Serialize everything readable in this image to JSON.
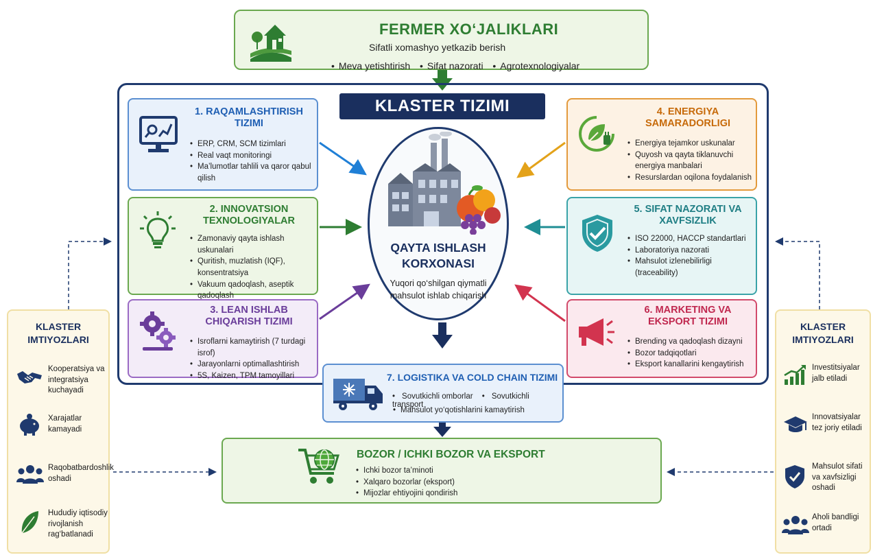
{
  "farm": {
    "title": "FERMER XO‘JALIKLARI",
    "subtitle": "Sifatli xomashyo yetkazib berish",
    "bullets": [
      "Meva yetishtirish",
      "Sifat nazorati",
      "Agrotexnologiyalar"
    ]
  },
  "cluster": {
    "banner": "KLASTER TIZIMI"
  },
  "center": {
    "title_line1": "QAYTA ISHLASH",
    "title_line2": "KORXONASI",
    "subtitle_line1": "Yuqori qo‘shilgan qiymatli",
    "subtitle_line2": "mahsulot ishlab chiqarish"
  },
  "modules": [
    {
      "title_line1": "1. RAQAMLASHTIRISH",
      "title_line2": "TIZIMI",
      "items": [
        "ERP, CRM, SCM tizimlari",
        "Real vaqt monitoringi",
        "Ma’lumotlar tahlili va qaror qabul qilish"
      ],
      "color": "#1f5fb3",
      "icon": "monitor-chart-icon"
    },
    {
      "title_line1": "2. INNOVATSION",
      "title_line2": "TEXNOLOGIYALAR",
      "items": [
        "Zamonaviy qayta ishlash uskunalari",
        "Quritish, muzlatish (IQF), konsentratsiya",
        "Vakuum qadoqlash, aseptik qadoqlash"
      ],
      "color": "#2e7d32",
      "icon": "lightbulb-icon"
    },
    {
      "title_line1": "3. LEAN ISHLAB",
      "title_line2": "CHIQARISH TIZIMI",
      "items": [
        "Isroflarni kamaytirish (7 turdagi isrof)",
        "Jarayonlarni optimallashtirish",
        "5S, Kaizen, TPM tamoyillari"
      ],
      "color": "#6a3d9a",
      "icon": "gears-icon"
    },
    {
      "title_line1": "4. ENERGIYA",
      "title_line2": "SAMARADORLIGI",
      "items": [
        "Energiya tejamkor uskunalar",
        "Quyosh va qayta tiklanuvchi energiya manbalari",
        "Resurslardan oqilona foydalanish"
      ],
      "color": "#c76a0a",
      "icon": "leaf-plug-icon"
    },
    {
      "title_line1": "5. SIFAT NAZORATI VA",
      "title_line2": "XAVFSIZLIK",
      "items": [
        "ISO 22000, HACCP standartlari",
        "Laboratoriya nazorati",
        "Mahsulot izlenebilirligi (traceability)"
      ],
      "color": "#1f7e84",
      "icon": "shield-check-icon"
    },
    {
      "title_line1": "6. MARKETING VA",
      "title_line2": "EKSPORT TIZIMI",
      "items": [
        "Brending va qadoqlash dizayni",
        "Bozor tadqiqotlari",
        "Eksport kanallarini kengaytirish"
      ],
      "color": "#c0284f",
      "icon": "megaphone-icon"
    }
  ],
  "logistics": {
    "title": "7. LOGISTIKA VA COLD CHAIN TIZIMI",
    "row": [
      "Sovutkichli omborlar",
      "Sovutkichli transport"
    ],
    "items": [
      "Mahsulot yo‘qotishlarini kamaytirish"
    ],
    "icon": "refrigerated-truck-icon"
  },
  "market": {
    "title": "BOZOR / ICHKI BOZOR VA EKSPORT",
    "items": [
      "Ichki bozor ta’minoti",
      "Xalqaro bozorlar (eksport)",
      "Mijozlar ehtiyojini qondirish"
    ],
    "icon": "cart-globe-icon"
  },
  "left_panel": {
    "title_line1": "KLASTER",
    "title_line2": "IMTIYOZLARI",
    "items": [
      {
        "text": "Kooperatsiya va integratsiya kuchayadi",
        "icon": "handshake-icon"
      },
      {
        "text": "Xarajatlar kamayadi",
        "icon": "piggy-bank-icon"
      },
      {
        "text": "Raqobatbardoshlik oshadi",
        "icon": "people-icon"
      },
      {
        "text": "Hududiy iqtisodiy rivojlanish rag‘batlanadi",
        "icon": "leaf-icon"
      }
    ]
  },
  "right_panel": {
    "title_line1": "KLASTER",
    "title_line2": "IMTIYOZLARI",
    "items": [
      {
        "text": "Investitsiyalar jalb etiladi",
        "icon": "growth-chart-icon"
      },
      {
        "text": "Innovatsiyalar tez joriy etiladi",
        "icon": "graduation-cap-icon"
      },
      {
        "text": "Mahsulot sifati va xavfsizligi oshadi",
        "icon": "shield-check-icon"
      },
      {
        "text": "Aholi bandligi ortadi",
        "icon": "people-icon"
      }
    ]
  }
}
